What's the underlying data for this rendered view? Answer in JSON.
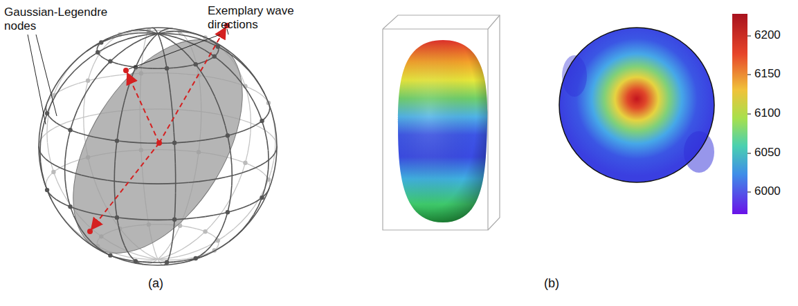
{
  "diagram": {
    "labels": [
      "Gaussian-Legendre nodes",
      "Exemplary wave directions",
      "6200",
      "6150",
      "6100",
      "6050",
      "6000",
      "(a)",
      "(b)"
    ]
  }
}
